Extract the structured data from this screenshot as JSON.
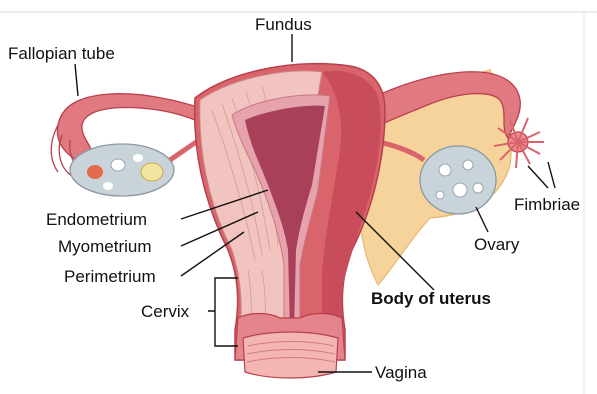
{
  "diagram": {
    "labels": {
      "fundus": "Fundus",
      "fallopian_tube": "Fallopian tube",
      "endometrium": "Endometrium",
      "myometrium": "Myometrium",
      "perimetrium": "Perimetrium",
      "cervix": "Cervix",
      "fimbriae": "Fimbriae",
      "ovary": "Ovary",
      "body_of_uterus": "Body of uterus",
      "vagina": "Vagina"
    },
    "colors": {
      "uterus_wall": "#d9646c",
      "uterus_dark": "#b8404c",
      "endometrium": "#e7a3ac",
      "myometrium": "#f2c4bf",
      "cavity": "#a8405a",
      "ovary": "#c9d3da",
      "ligament": "#f6d39a",
      "tube": "#e07a80",
      "leader": "#111111"
    }
  }
}
